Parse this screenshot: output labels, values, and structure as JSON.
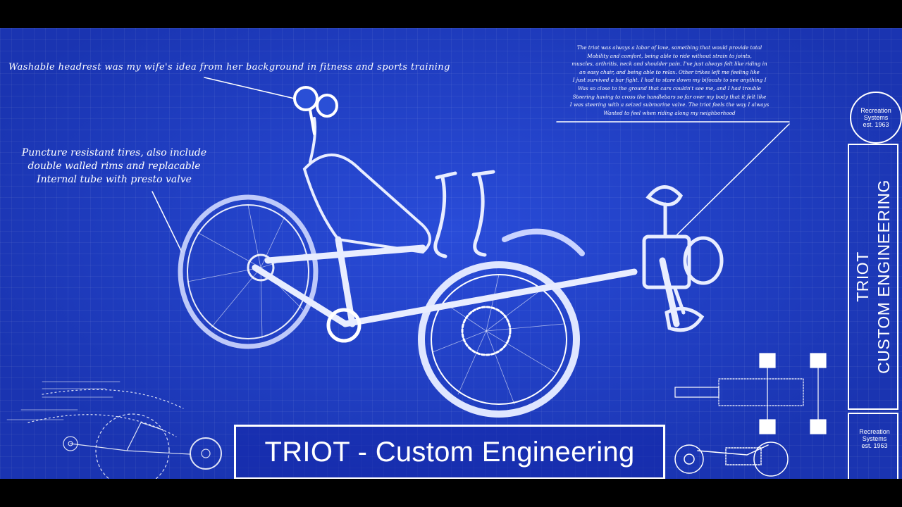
{
  "notes": {
    "headrest": "Washable headrest was my wife's idea from her background in fitness and sports training",
    "tires_line1": "Puncture resistant tires, also include",
    "tires_line2": "double walled rims and replacable",
    "tires_line3": "Internal tube with presto valve",
    "story": [
      "The triot was always a labor of love, something that would provide total",
      "Mobility and comfort, being able to ride without strain to joints,",
      "muscles, arthritis, neck and shoulder pain. I've just always felt like riding in",
      "an easy chair, and being able to relax. Other trikes left me feeling like",
      "I just survived a bar fight. I had to stare down my bifocals to see anything I",
      "Was so close to the ground that cars couldn't see me, and I had trouble",
      "Steering having to cross the handlebars so far over my body that it felt like",
      "I was steering with a seized submarine valve. The triot feels the way I always",
      "Wanted to feel when riding along my neighborhood"
    ]
  },
  "stamp": {
    "line1": "Recreation",
    "line2": "Systems",
    "line3": "est. 1963"
  },
  "side_panel": {
    "line1": "TRIOT",
    "line2": "CUSTOM ENGINEERING"
  },
  "banner": {
    "title": "TRIOT - Custom Engineering"
  },
  "colors": {
    "blueprint": "#1f3fc4",
    "ink": "#ffffff",
    "letterbox": "#000000"
  }
}
